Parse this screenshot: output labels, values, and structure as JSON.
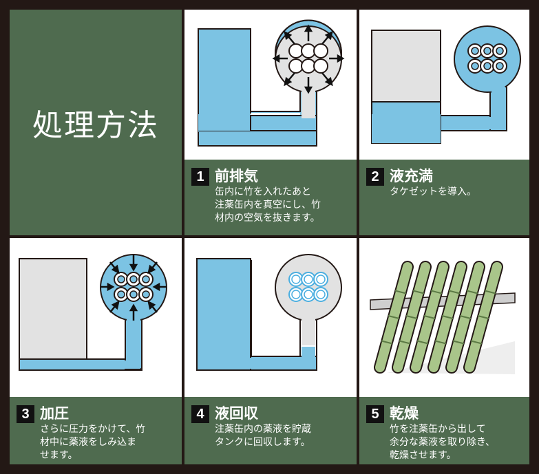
{
  "title": "処理方法",
  "steps": [
    {
      "number": "1",
      "heading": "前排気",
      "text": "缶内に竹を入れたあと\n注薬缶内を真空にし、竹\n材内の空気を抜きます。"
    },
    {
      "number": "2",
      "heading": "液充満",
      "text": "タケゼットを導入。"
    },
    {
      "number": "3",
      "heading": "加圧",
      "text": "さらに圧力をかけて、竹\n材中に薬液をしみ込ま\nせます。"
    },
    {
      "number": "4",
      "heading": "液回収",
      "text": "注薬缶内の薬液を貯蔵\nタンクに回収します。"
    },
    {
      "number": "5",
      "heading": "乾燥",
      "text": "竹を注薬缶から出して\n余分な薬液を取り除き、\n乾燥させます。"
    }
  ],
  "colors": {
    "panel_green": "#4f6b4f",
    "liquid_blue": "#7cc3e3",
    "tank_gray": "#e2e2e2",
    "border": "#231815",
    "bamboo_green": "#a9c58a"
  }
}
